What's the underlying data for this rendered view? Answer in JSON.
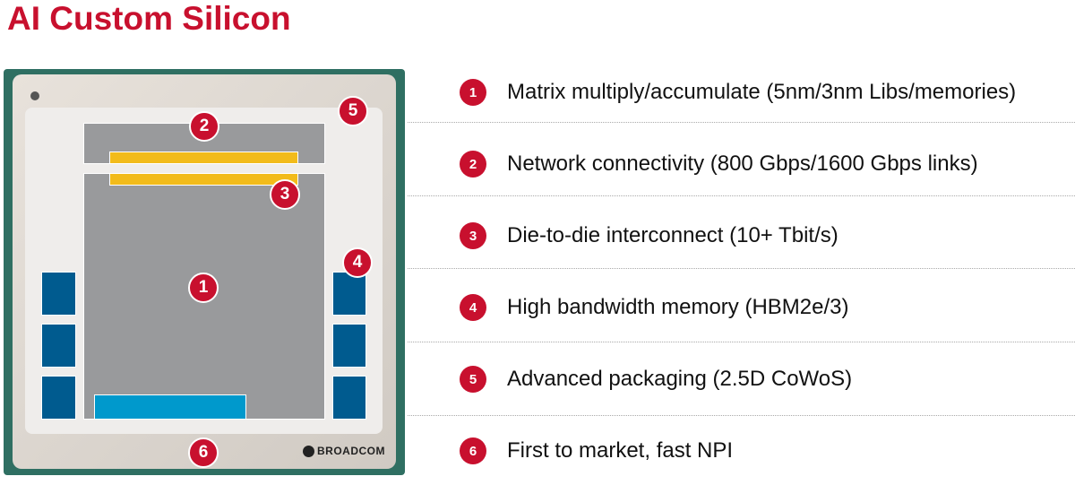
{
  "title": "AI Custom Silicon",
  "chip": {
    "logo": "BROADCOM",
    "markers": [
      "1",
      "2",
      "3",
      "4",
      "5",
      "6"
    ]
  },
  "items": [
    {
      "num": "1",
      "text": "Matrix multiply/accumulate (5nm/3nm Libs/memories)"
    },
    {
      "num": "2",
      "text": "Network connectivity (800 Gbps/1600 Gbps links)"
    },
    {
      "num": "3",
      "text": "Die-to-die interconnect (10+ Tbit/s)"
    },
    {
      "num": "4",
      "text": "High bandwidth memory (HBM2e/3)"
    },
    {
      "num": "5",
      "text": "Advanced packaging (2.5D CoWoS)"
    },
    {
      "num": "6",
      "text": "First to market, fast NPI"
    }
  ],
  "colors": {
    "accent": "#c8102e",
    "die": "#999a9c",
    "hbm": "#005b8f",
    "d2d": "#f2bb1a",
    "io": "#0099cc"
  }
}
